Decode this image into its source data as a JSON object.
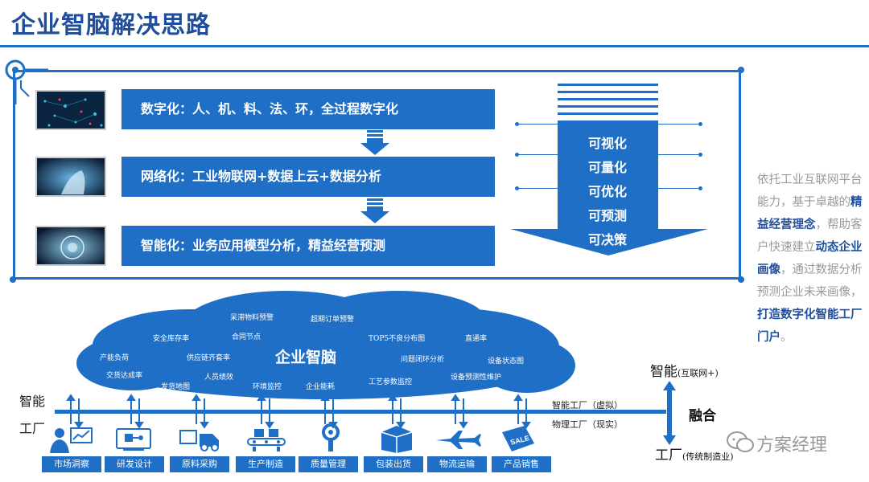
{
  "title": "企业智脑解决思路",
  "rows": [
    {
      "prefix": "数字化",
      "text": "：人、机、料、法、环，全过程数字化"
    },
    {
      "prefix": "网络化",
      "text": "：工业物联网+数据上云+数据分析"
    },
    {
      "prefix": "智能化",
      "text": "：业务应用模型分析，精益经营预测"
    }
  ],
  "arrow_labels": [
    "可视化",
    "可量化",
    "可优化",
    "可预测",
    "可决策"
  ],
  "side_text": {
    "p1": "依托工业互联网平台能力，基于卓越的",
    "b1": "精益经营理念",
    "p2": "，帮助客户快速建立",
    "b2": "动态企业画像",
    "p3": "，通过数据分析预测企业未来画像，",
    "b3": "打造数字化智能工厂门户",
    "p4": "。"
  },
  "cloud": {
    "center": "企业智脑",
    "tags": [
      "呆滞物料预警",
      "超期订单预警",
      "安全库存率",
      "合同节点",
      "TOP5不良分布图",
      "直通率",
      "产能负荷",
      "供应链齐套率",
      "问题闭环分析",
      "设备状态图",
      "交货达成率",
      "人员绩效",
      "发货地图",
      "环境监控",
      "企业能耗",
      "工艺参数监控",
      "设备预测性维护"
    ]
  },
  "left_labels": {
    "top": "智能",
    "bottom": "工厂"
  },
  "line_labels": {
    "top": "智能工厂（虚拟）",
    "bottom": "物理工厂（现实）"
  },
  "fusion": {
    "top": "智能",
    "top_sub": "(互联网+)",
    "middle": "融合",
    "bottom": "工厂",
    "bottom_sub": "(传统制造业)"
  },
  "categories": [
    "市场洞察",
    "研发设计",
    "原料采购",
    "生产制造",
    "质量管理",
    "包装出货",
    "物流运输",
    "产品销售"
  ],
  "watermark": "方案经理",
  "colors": {
    "primary": "#1f6fc6",
    "title": "#1f4e9c"
  },
  "icons": [
    "person-chart-icon",
    "circuit-board-icon",
    "truck-icon",
    "conveyor-icon",
    "wrench-gear-icon",
    "package-icon",
    "airplane-icon",
    "sale-tag-icon"
  ]
}
